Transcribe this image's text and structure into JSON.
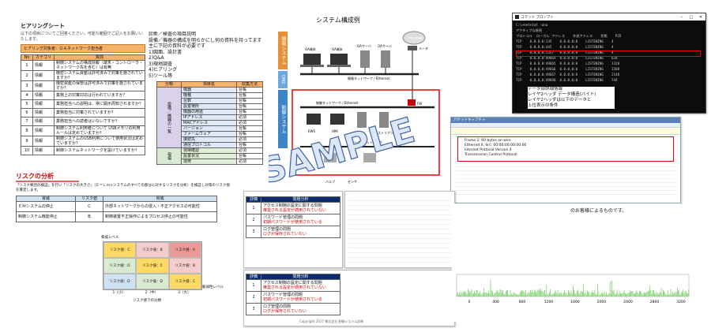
{
  "hearing_sheet": {
    "title": "ヒアリングシート",
    "banner": "ヒアリング対象者：ＯＡネットワーク担当者",
    "cols": [
      "No",
      "カテゴリ",
      "質問"
    ],
    "rows": [
      {
        "no": "1",
        "cat": "情報",
        "q": "制御システムの構成情報（端末・コントローラ・ネットワーク先を含む）は有無"
      },
      {
        "no": "2",
        "cat": "情報",
        "q": "機密システム資産は許可済みで対策を施されていますか？"
      },
      {
        "no": "3",
        "cat": "情報",
        "q": "機密資産の保管は許可済みで対策を施されていますか？"
      },
      {
        "no": "4",
        "cat": "情報",
        "q": "業務上の対策対応は行われていますか？"
      },
      {
        "no": "5",
        "cat": "情報",
        "q": "業務担当への説明は、常に開示周知されますか？"
      },
      {
        "no": "6",
        "cat": "情報",
        "q": "業務担当に対策されていますか？"
      },
      {
        "no": "7",
        "cat": "情報",
        "q": "業務担当への読者はいないですか？"
      },
      {
        "no": "8",
        "cat": "情報",
        "q": "制御システム利用者について USBメモリの利用ルールは定めていますか？"
      },
      {
        "no": "9",
        "cat": "情報",
        "q": "制御システムのUSB利用について使用状況は定めていますか？"
      },
      {
        "no": "10",
        "cat": "情報",
        "q": "制御システムネットワークを設けていますか？"
      }
    ]
  },
  "diag_items": {
    "lines": [
      "診断／検査の項目説明",
      "設備／機器の構成を明らかにし何の資料を持ってます",
      "主に下記の資料が必要です",
      "1)図面、設計書",
      "2)Q&A",
      "3)現地調査",
      "4)ヒアリング",
      "5)ツール等"
    ],
    "table_head": [
      "分類",
      "項目名",
      "収集方法"
    ],
    "group_label": "設備／機器の一覧",
    "rows": [
      [
        "機器",
        "台帳"
      ],
      [
        "機種",
        "台帳"
      ],
      [
        "台数",
        "台帳"
      ],
      [
        "設置場所",
        "台帳"
      ],
      [
        "機器の用途",
        "台帳"
      ],
      [
        "IPアドレス",
        "必須"
      ],
      [
        "MACアドレス",
        "必須"
      ],
      [
        "バージョン",
        "台帳"
      ],
      [
        "ファームウェア",
        "台帳"
      ],
      [
        "接続先",
        "必須"
      ],
      [
        "通信プロトコル",
        "台帳"
      ]
    ],
    "group2_label": "現場",
    "rows2": [
      [
        "現場確認",
        "必須"
      ],
      [
        "設置状況",
        "台帳"
      ],
      [
        "運用",
        "必須"
      ]
    ]
  },
  "system_diagram": {
    "title": "システム構成例",
    "zone_info": "情報システム",
    "zone_dmz": "DMZ",
    "zone_ctrl": "制御システム",
    "internet": "Internet",
    "router": "ルータ",
    "fw": "FW",
    "info_nw": "情報ネットワーク / Ethernet",
    "ctrl_nw": "制御ネットワーク / Ethernet",
    "field_nw": "フィールドネットワーク",
    "terminals": [
      "OA端末",
      "OA端末",
      "OAサーバ",
      "OAサーバ"
    ],
    "ctrl_hosts": [
      "EWS",
      "HMI",
      "サーバ",
      "ヒストリアン"
    ],
    "valve": "バルブ",
    "sensor": "センサ",
    "watermark": "SAMPLE"
  },
  "cmd_window": {
    "title": "コマンド プロンプト",
    "lines": [
      "C:\\>netstat -ano",
      "アクティブな接続",
      "プロトコル  ローカル アドレス    外部アドレス    状態    PID",
      "TCP    0.0.0.0:135    0.0.0.0:0    LISTENING    4",
      "TCP    0.0.0.0:445    0.0.0.0:0    LISTENING    4",
      "TCP    0.0.0.0:5357   0.0.0.0:0    LISTENING    4",
      "TCP    0.0.0.0:49664  0.0.0.0:0    LISTENING    628",
      "TCP    0.0.0.0:49665  0.0.0.0:0    LISTENING    1320",
      "TCP    0.0.0.0:49666  0.0.0.0:0    LISTENING    1508",
      "TCP    0.0.0.0:49667  0.0.0.0:0    LISTENING    2148",
      "TCP    0.0.0.0:49668  0.0.0.0:0    LISTENING    744"
    ],
    "note": [
      "データ部詳細情報",
      "レイヤ2ヘッダ データ構造(バイト)",
      "レイヤ2ヘッダは以下のデータと",
      "上位表示の条件"
    ]
  },
  "packet_window": {
    "title": "パケットキャプチャ",
    "rows": [
      "Frame 1: 60 bytes on wire",
      "Ethernet II, Src: 00:00:00:00:00:00",
      "Internet Protocol Version 4",
      "Transmission Control Protocol"
    ]
  },
  "risk": {
    "title": "リスクの分析",
    "intro": "「リスク要因の検証」を行い「リスクの大きさ」（Ｅ＝Ｌｍ×システムのすべての部分に対するリスクを分析）を検証し対策のリスク値を算定します。",
    "table_head": [
      "脅威",
      "リスク値",
      "脅威"
    ],
    "rows": [
      {
        "threat": "ＥＭシステムの停止",
        "level": "C",
        "note": "外部ネットワークからの侵入・不正アクセスの可能性"
      },
      {
        "threat": "制御システム機能停止",
        "level": "B",
        "note": "制御装置不正操作によるプロセス停止の可能性"
      }
    ],
    "axis_y": "脅威レベル",
    "axis_x": "脆弱性レベル",
    "matrix": [
      [
        "リスク値：C",
        "リスク値：B",
        "リスク値：A"
      ],
      [
        "リスク値：D",
        "リスク値：C",
        "リスク値：B"
      ],
      [
        "リスク値：D",
        "リスク値：D",
        "リスク値：C"
      ]
    ],
    "x_ticks": [
      "1（小）",
      "2（中）",
      "3（大）"
    ],
    "footer": "リスク値での分類"
  },
  "report": {
    "header": [
      "評価",
      "問題分析"
    ],
    "rows": [
      {
        "id": "1",
        "text": "アクセス制御の設定に関する問題",
        "detail": "推奨される設定が適用されていない"
      },
      {
        "id": "2",
        "text": "パスワード管理の問題",
        "detail": "初期パスワードが使用されている"
      },
      {
        "id": "3",
        "text": "ログ管理の問題",
        "detail": "ログが保存されていない"
      }
    ],
    "copyright": "Copyright 2017 株式会社 制御システム診断"
  },
  "traffic_chart": {
    "caption": "のお客様によるものです。",
    "x_ticks": [
      "0",
      "400",
      "800",
      "1200",
      "1600",
      "2000",
      "2400",
      "2800",
      "3200"
    ],
    "accent": "#7bd06a"
  }
}
